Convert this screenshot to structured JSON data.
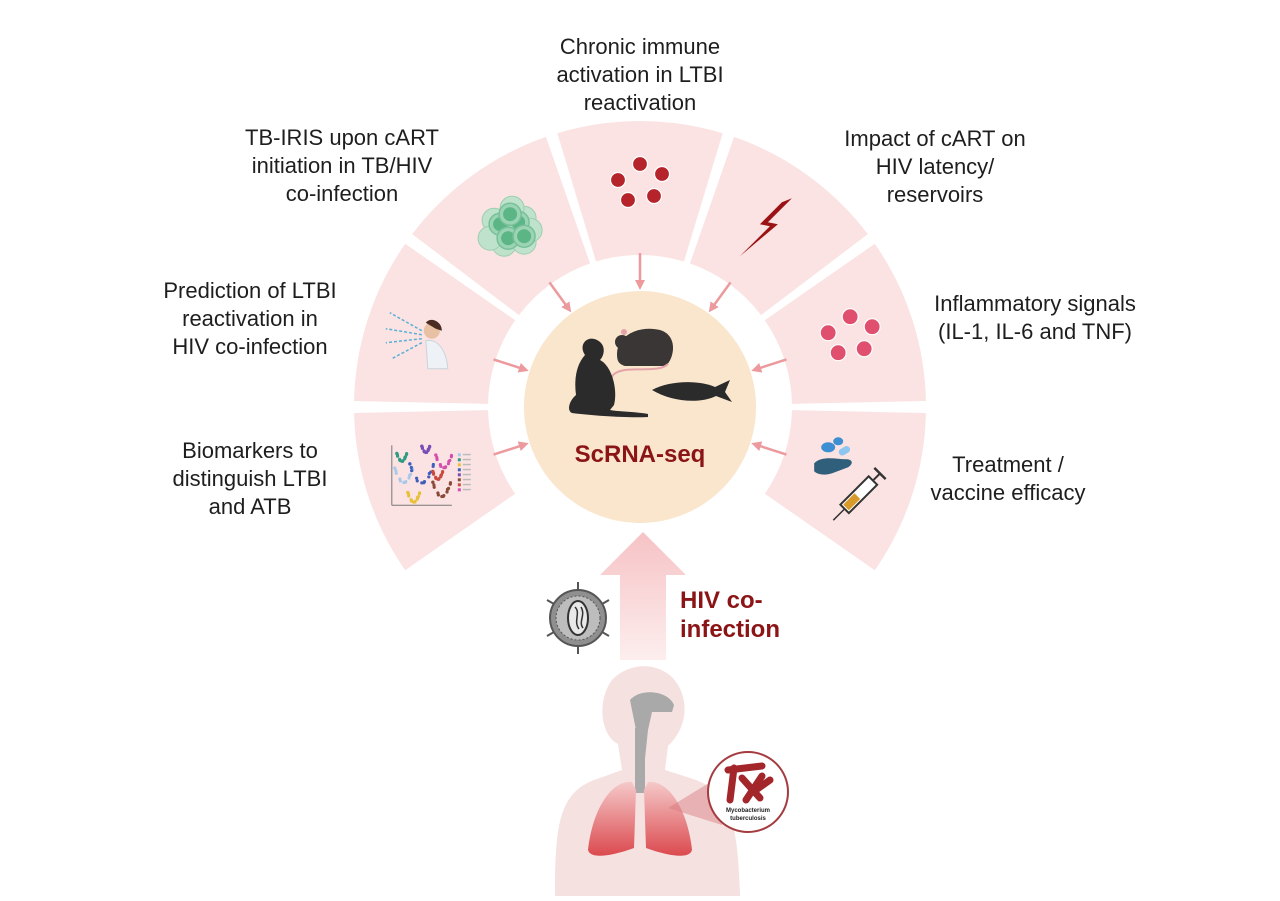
{
  "diagram": {
    "center": {
      "title": "ScRNA-seq",
      "models": [
        "monkey-icon",
        "mouse-icon",
        "zebrafish-icon"
      ]
    },
    "segments": [
      {
        "id": "biomarkers",
        "label": "Biomarkers to\ndistinguish LTBI\nand ATB",
        "icon": "tsne-plot-icon"
      },
      {
        "id": "prediction",
        "label": "Prediction of LTBI\nreactivation in\nHIV co-infection",
        "icon": "coughing-person-icon"
      },
      {
        "id": "tb-iris",
        "label": "TB-IRIS upon cART\ninitiation in TB/HIV\nco-infection",
        "icon": "cell-cluster-icon"
      },
      {
        "id": "chronic",
        "label": "Chronic immune\nactivation in LTBI\nreactivation",
        "icon": "red-cells-icon"
      },
      {
        "id": "cart",
        "label": "Impact of cART on\nHIV latency/\nreservoirs",
        "icon": "lightning-bolt-icon"
      },
      {
        "id": "inflammatory",
        "label": "Inflammatory signals\n(IL-1, IL-6 and TNF)",
        "icon": "cytokine-dots-icon"
      },
      {
        "id": "treatment",
        "label": "Treatment /\nvaccine efficacy",
        "icon": "pills-syringe-icon"
      }
    ],
    "input": {
      "label": "HIV co-\ninfection",
      "virus_icon": "hiv-virion-icon",
      "body_icon": "human-lungs-icon",
      "pathogen_label_1": "Mycobacterium",
      "pathogen_label_2": "tuberculosis"
    },
    "colors": {
      "segment_fill": "#fbe3e3",
      "center_fill": "#fae6cd",
      "arrow": "#ec9a9e",
      "accent_text": "#8b1416",
      "cell_green": "#5cb585",
      "dot_red": "#b5232b",
      "dot_pink": "#e0506e",
      "bolt": "#9b1214"
    }
  }
}
